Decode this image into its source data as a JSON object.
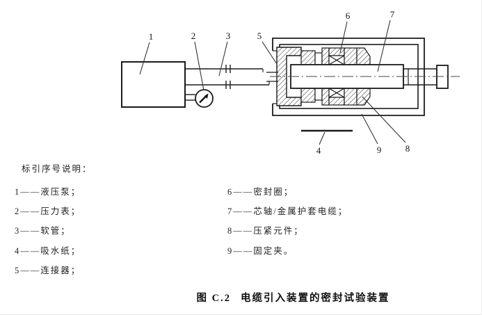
{
  "figure": {
    "caption_label": "图 C.2",
    "caption_title": "电缆引入装置的密封试验装置"
  },
  "legend": {
    "heading": "标引序号说明：",
    "left": [
      "1——液压泵；",
      "2——压力表；",
      "3——软管；",
      "4——吸水纸；",
      "5——连接器；"
    ],
    "right": [
      "6——密封圈；",
      "7——芯轴/金属护套电缆；",
      "8——压紧元件；",
      "9——固定夹。"
    ]
  },
  "diagram": {
    "callouts": [
      {
        "n": "1",
        "meaning": "液压泵"
      },
      {
        "n": "2",
        "meaning": "压力表"
      },
      {
        "n": "3",
        "meaning": "软管"
      },
      {
        "n": "4",
        "meaning": "吸水纸"
      },
      {
        "n": "5",
        "meaning": "连接器"
      },
      {
        "n": "6",
        "meaning": "密封圈"
      },
      {
        "n": "7",
        "meaning": "芯轴/金属护套电缆"
      },
      {
        "n": "8",
        "meaning": "压紧元件"
      },
      {
        "n": "9",
        "meaning": "固定夹"
      }
    ]
  },
  "colors": {
    "line": "#1a1a1a",
    "background": "#ffffff"
  }
}
